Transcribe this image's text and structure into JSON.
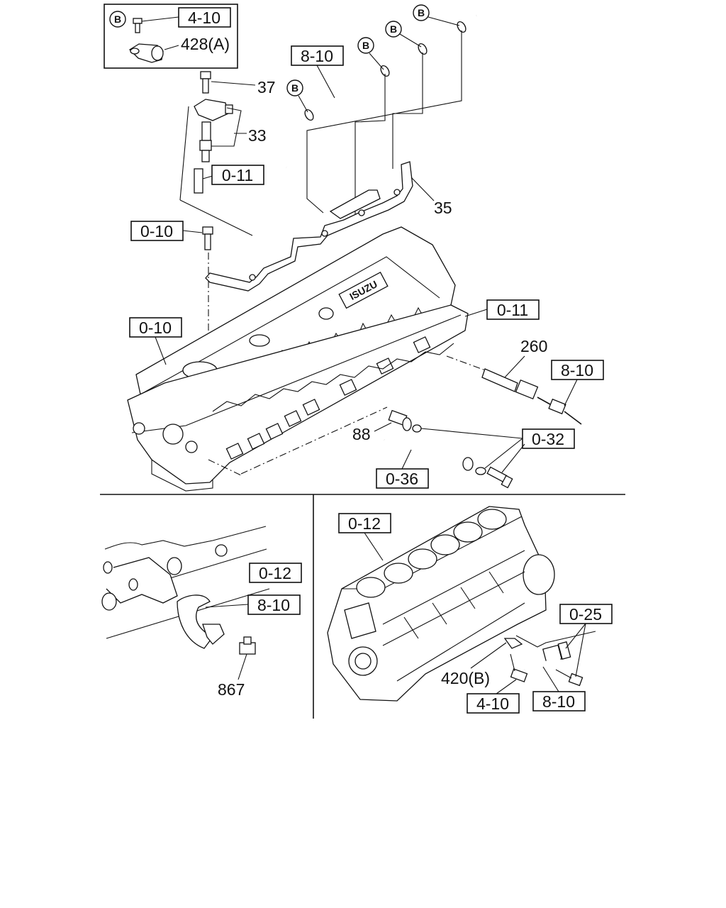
{
  "colors": {
    "line": "#111111",
    "background": "#ffffff"
  },
  "inset": {
    "ref_box": "4-10",
    "circle": "B",
    "part": "428(A)"
  },
  "top": {
    "circle_b": "B",
    "ref_8_10": "8-10",
    "ref_0_11a": "0-11",
    "ref_0_10a": "0-10",
    "ref_0_10b": "0-10",
    "ref_0_11b": "0-11",
    "ref_8_10b": "8-10",
    "ref_0_32": "0-32",
    "ref_0_36": "0-36",
    "p37": "37",
    "p33": "33",
    "p35": "35",
    "p260": "260",
    "p88": "88",
    "logo": "ISUZU"
  },
  "bottom_left": {
    "ref_0_12": "0-12",
    "ref_8_10": "8-10",
    "p867": "867"
  },
  "bottom_right": {
    "ref_0_12": "0-12",
    "ref_0_25": "0-25",
    "p420": "420(B)",
    "ref_4_10": "4-10",
    "ref_8_10": "8-10"
  }
}
